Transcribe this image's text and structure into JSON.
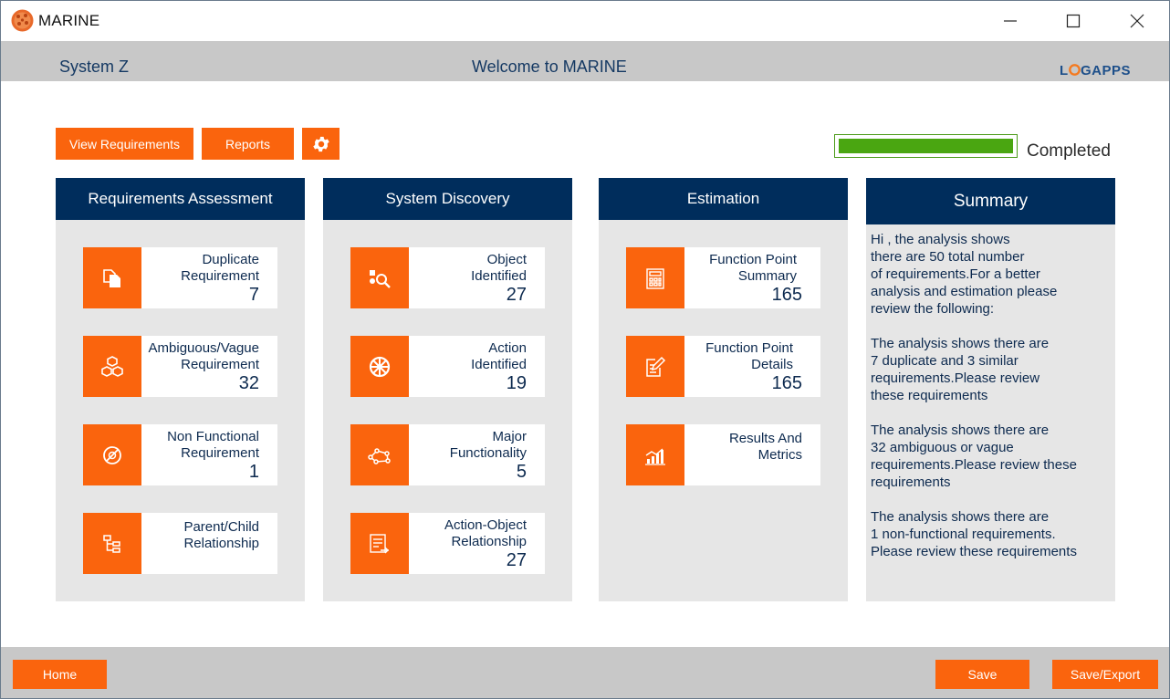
{
  "window": {
    "title": "MARINE"
  },
  "header": {
    "system_name": "System Z",
    "welcome": "Welcome to MARINE",
    "logo_text": "LOGAPPS"
  },
  "toolbar": {
    "view_requirements": "View Requirements",
    "reports": "Reports",
    "settings_icon": "gear-icon"
  },
  "progress": {
    "value_percent": 100,
    "label": "Completed",
    "color": "#4aa611"
  },
  "colors": {
    "accent": "#fa640d",
    "navy": "#002d5c",
    "panel": "#e6e6e6",
    "band": "#c8c8c8"
  },
  "requirements_assessment": {
    "title": "Requirements Assessment",
    "cards": [
      {
        "label": "Duplicate\nRequirement",
        "value": "7",
        "icon": "documents-icon"
      },
      {
        "label": "Ambiguous/Vague\nRequirement",
        "value": "32",
        "icon": "cubes-icon"
      },
      {
        "label": "Non Functional\nRequirement",
        "value": "1",
        "icon": "no-function-icon"
      },
      {
        "label": "Parent/Child\nRelationship",
        "value": "",
        "icon": "hierarchy-icon"
      }
    ]
  },
  "system_discovery": {
    "title": "System Discovery",
    "cards": [
      {
        "label": "Object\nIdentified",
        "value": "27",
        "icon": "object-search-icon"
      },
      {
        "label": "Action\nIdentified",
        "value": "19",
        "icon": "wheel-icon"
      },
      {
        "label": "Major\nFunctionality",
        "value": "5",
        "icon": "network-icon"
      },
      {
        "label": "Action-Object\nRelationship",
        "value": "27",
        "icon": "document-link-icon"
      }
    ]
  },
  "estimation": {
    "title": "Estimation",
    "cards": [
      {
        "label": "Function Point\nSummary",
        "value": "165",
        "icon": "calculator-icon"
      },
      {
        "label": "Function Point\nDetails",
        "value": "165",
        "icon": "edit-document-icon"
      },
      {
        "label": "Results And\nMetrics",
        "value": "",
        "icon": "bar-chart-icon"
      }
    ]
  },
  "summary": {
    "title": "Summary",
    "text": "Hi , the analysis shows\n there are 50 total number\n of requirements.For a better\nanalysis and estimation please\nreview the following:\n\nThe analysis shows there are\n7 duplicate and 3 similar\nrequirements.Please review\n these requirements\n\nThe analysis shows there are\n32 ambiguous or vague\nrequirements.Please review these\nrequirements\n\nThe analysis shows there are\n1 non-functional requirements.\nPlease review these requirements"
  },
  "footer": {
    "home": "Home",
    "save": "Save",
    "save_export": "Save/Export"
  }
}
